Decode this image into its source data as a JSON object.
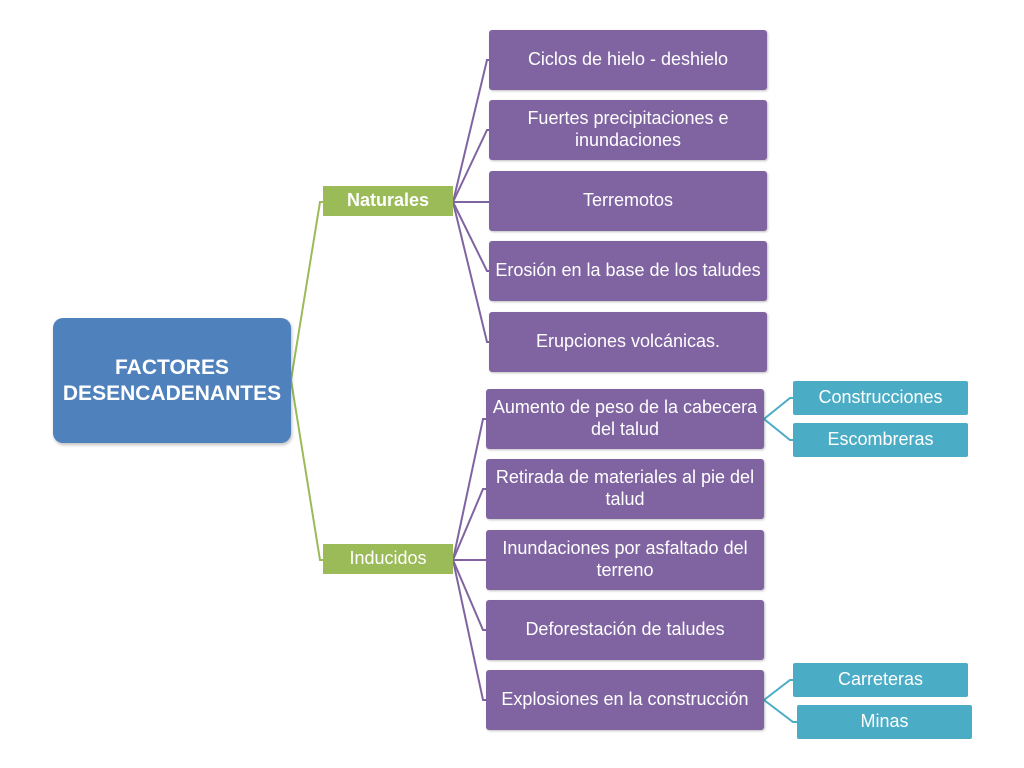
{
  "colors": {
    "root": "#4f81bd",
    "branch": "#9bbb59",
    "leaf": "#8064a2",
    "sub_leaf": "#4bacc6",
    "connector_green": "#9bbb59",
    "connector_purple": "#8064a2",
    "connector_teal": "#4bacc6"
  },
  "root": {
    "label_line1": "FACTORES",
    "label_line2": "DESENCADENANTES"
  },
  "naturales": {
    "label": "Naturales",
    "items": [
      "Ciclos de hielo - deshielo",
      "Fuertes precipitaciones e inundaciones",
      "Terremotos",
      "Erosión en la base de los taludes",
      "Erupciones volcánicas."
    ]
  },
  "inducidos": {
    "label": "Inducidos",
    "items": [
      "Aumento de peso de la cabecera del talud",
      "Retirada de materiales al pie del talud",
      "Inundaciones por asfaltado del terreno",
      "Deforestación de taludes",
      "Explosiones  en la construcción"
    ],
    "aumento_children": [
      "Construcciones",
      "Escombreras"
    ],
    "explosiones_children": [
      "Carreteras",
      "Minas"
    ]
  }
}
